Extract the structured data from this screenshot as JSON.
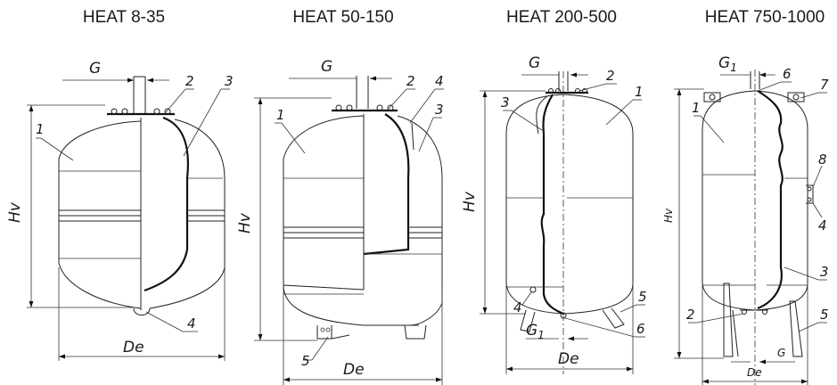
{
  "models": [
    {
      "title": "HEAT 8-35",
      "dims": {
        "connection": "G",
        "height": "Hv",
        "diameter": "De"
      },
      "callouts": [
        "1",
        "2",
        "3",
        "4"
      ]
    },
    {
      "title": "HEAT 50-150",
      "dims": {
        "connection": "G",
        "height": "Hv",
        "diameter": "De"
      },
      "callouts": [
        "1",
        "2",
        "4",
        "3",
        "5"
      ]
    },
    {
      "title": "HEAT 200-500",
      "dims": {
        "connection": "G",
        "height": "Hv",
        "diameter": "De",
        "bottom_connection": "G",
        "bottom_sub": "1"
      },
      "callouts": [
        "2",
        "1",
        "3",
        "4",
        "5",
        "6"
      ]
    },
    {
      "title": "HEAT 750-1000",
      "dims": {
        "connection": "G",
        "connection_sub": "1",
        "height": "Hv",
        "diameter": "De",
        "bottom_connection": "G"
      },
      "callouts": [
        "6",
        "7",
        "1",
        "8",
        "4",
        "3",
        "2",
        "5"
      ]
    }
  ]
}
